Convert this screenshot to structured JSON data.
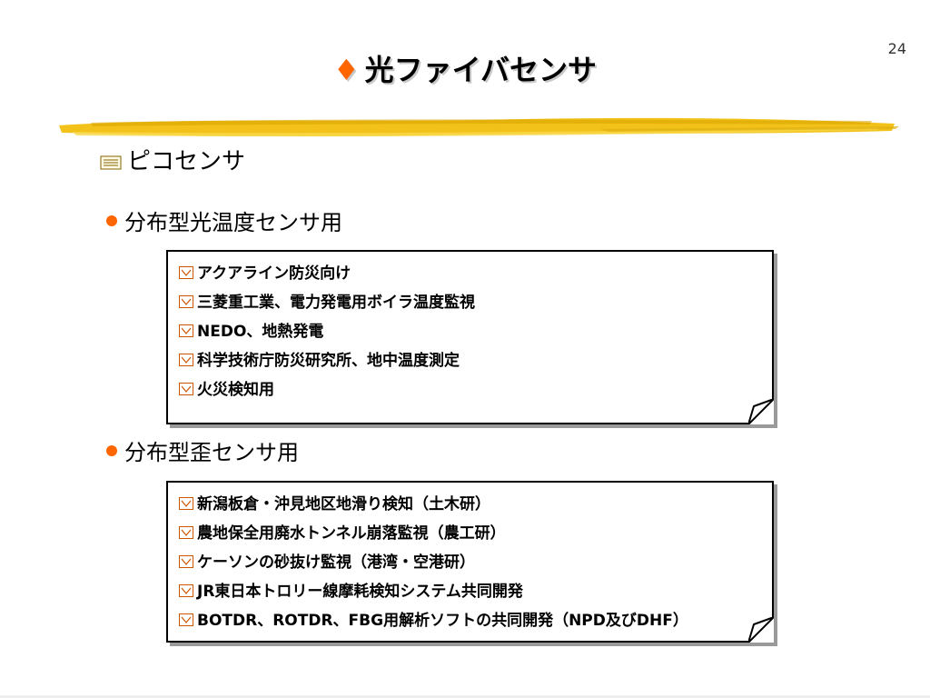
{
  "slide": {
    "page_number": "24",
    "title": "光ファイバセンサ"
  },
  "heading": {
    "text": "ピコセンサ"
  },
  "sections": [
    {
      "bullet": "分布型光温度センサ用",
      "items": [
        "アクアライン防災向け",
        "三菱重工業、電力発電用ボイラ温度監視",
        "NEDO、地熱発電",
        "科学技術庁防災研究所、地中温度測定",
        "火災検知用"
      ]
    },
    {
      "bullet": "分布型歪センサ用",
      "items": [
        "新潟板倉・沖見地区地滑り検知（土木研）",
        "農地保全用廃水トンネル崩落監視（農工研）",
        "ケーソンの砂抜け監視（港湾・空港研）",
        "JR東日本トロリー線摩耗検知システム共同開発",
        "BOTDR、ROTDR、FBG用解析ソフトの共同開発（NPD及びDHF）"
      ]
    }
  ],
  "colors": {
    "accent": "#ff6600",
    "brush": "#f2c21a"
  },
  "icons": {
    "title_marker": "diamond-icon",
    "heading_marker": "memo-icon",
    "item_marker": "check-box-icon"
  }
}
